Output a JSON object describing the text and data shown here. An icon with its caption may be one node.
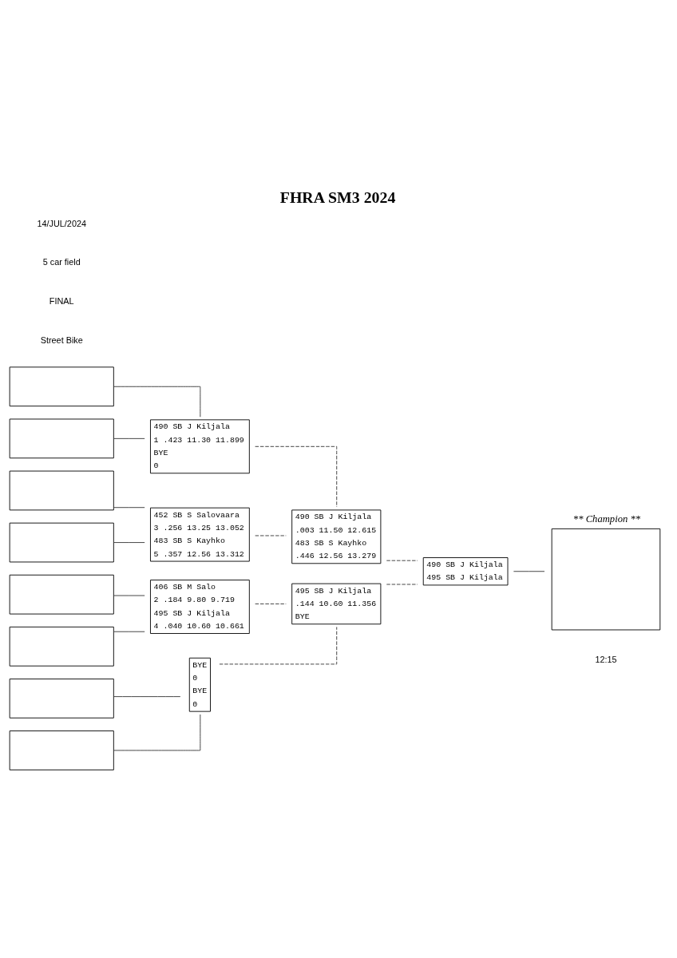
{
  "diagram": {
    "title": "FHRA SM3 2024",
    "nodes": [
      {
        "text": [],
        "shape": "box"
      },
      {
        "text": [],
        "shape": "box"
      },
      {
        "text": [],
        "shape": "box"
      },
      {
        "text": [],
        "shape": "box"
      },
      {
        "text": [],
        "shape": "box"
      },
      {
        "text": [],
        "shape": "box"
      },
      {
        "text": [],
        "shape": "box"
      },
      {
        "text": [],
        "shape": "box"
      },
      {
        "text": [
          "490 SB J Kiljala",
          "1 .423 11.30 11.899",
          "BYE",
          "0"
        ]
      },
      {
        "text": [
          "452 SB S Salovaara",
          "3 .256 13.25 13.052",
          "483 SB S Kayhko",
          "5 .357 12.56 13.312"
        ]
      },
      {
        "text": [
          "406 SB M Salo",
          "2 .184 9.80 9.719",
          "495 SB J Kiljala",
          "4 .040 10.60 10.661"
        ]
      },
      {
        "text": [
          "BYE",
          "0",
          "BYE",
          "0"
        ]
      },
      {
        "text": [
          "490 SB J Kiljala",
          ".003 11.50 12.615",
          "483 SB S Kayhko",
          ".446 12.56 13.279"
        ]
      },
      {
        "text": [
          "495 SB J Kiljala",
          ".144 10.60 11.356",
          "BYE"
        ]
      },
      {
        "text": [
          "490 SB J Kiljala",
          "495 SB J Kiljala"
        ]
      },
      {
        "text": [
          "** Champion **"
        ]
      }
    ],
    "edges": [
      {
        "from": 0,
        "to": 8,
        "arrow": "none"
      },
      {
        "from": 1,
        "to": 8,
        "arrow": "none"
      },
      {
        "from": 2,
        "to": 9,
        "arrow": "none"
      },
      {
        "from": 3,
        "to": 9,
        "arrow": "none"
      },
      {
        "from": 4,
        "to": 10,
        "arrow": "none"
      },
      {
        "from": 5,
        "to": 10,
        "arrow": "none"
      },
      {
        "from": 6,
        "to": 11,
        "arrow": "none"
      },
      {
        "from": 7,
        "to": 11,
        "arrow": "none"
      },
      {
        "from": 8,
        "to": 12,
        "arrow": "none",
        "style": "dashed"
      },
      {
        "from": 9,
        "to": 12,
        "arrow": "none",
        "style": "dashed"
      },
      {
        "from": 10,
        "to": 13,
        "arrow": "none",
        "style": "dashed"
      },
      {
        "from": 11,
        "to": 13,
        "arrow": "none",
        "style": "dashed"
      },
      {
        "from": 12,
        "to": 14,
        "arrow": "none",
        "style": "dashed"
      },
      {
        "from": 13,
        "to": 14,
        "arrow": "none",
        "style": "dashed"
      },
      {
        "from": 14,
        "to": 15,
        "arrow": "none"
      }
    ],
    "labels": [
      "14/JUL/2024",
      "5 car field",
      "FINAL",
      "Street Bike",
      "12:15"
    ]
  }
}
